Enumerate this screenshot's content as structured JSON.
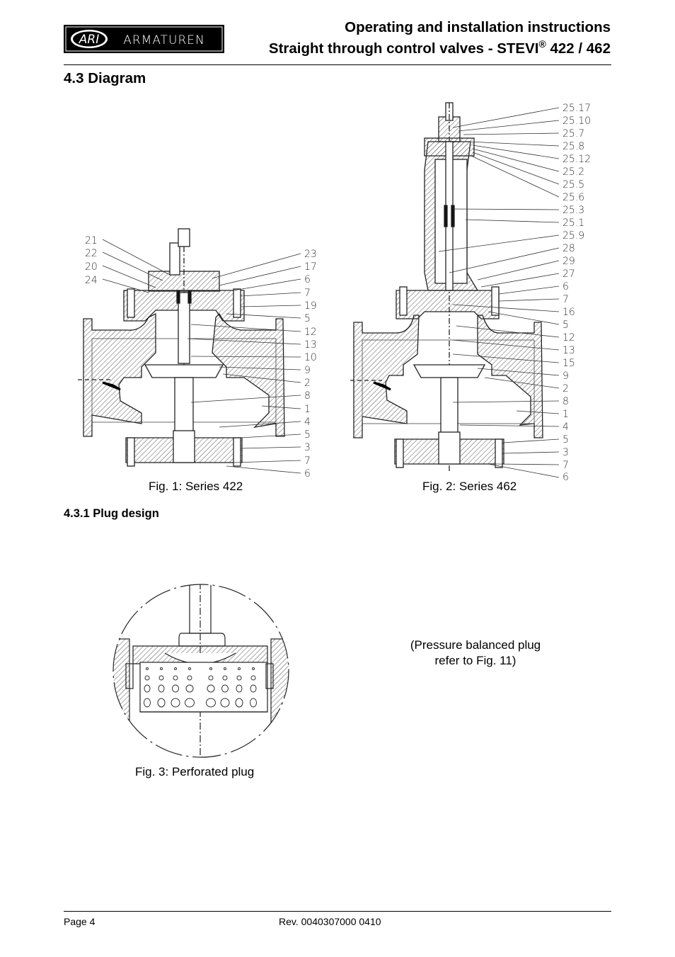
{
  "header": {
    "logo_text": "ARI ARMATUREN",
    "title_line1": "Operating and installation instructions",
    "title_line2_main": "Straight through control valves - STEVI",
    "title_line2_mark": "®",
    "title_line2_end": " 422 / 462"
  },
  "section": {
    "heading": "4.3  Diagram"
  },
  "figure1": {
    "caption": "Fig. 1: Series 422",
    "labels_left": [
      "21",
      "22",
      "20",
      "24"
    ],
    "labels_right": [
      "23",
      "17",
      "6",
      "7",
      "19",
      "5",
      "12",
      "13",
      "10",
      "9",
      "2",
      "8",
      "1",
      "4",
      "5",
      "3",
      "7",
      "6"
    ]
  },
  "figure2": {
    "caption": "Fig. 2: Series 462",
    "labels_right": [
      "25.17",
      "25.10",
      "25.7",
      "25.8",
      "25.12",
      "25.2",
      "25.5",
      "25.6",
      "25.3",
      "25.1",
      "25.9",
      "28",
      "29",
      "27",
      "6",
      "7",
      "16",
      "5",
      "12",
      "13",
      "15",
      "9",
      "2",
      "8",
      "1",
      "4",
      "5",
      "3",
      "7",
      "6"
    ]
  },
  "subsection": {
    "heading": "4.3.1  Plug design"
  },
  "figure3": {
    "caption": "Fig. 3: Perforated plug"
  },
  "note": {
    "line1": "(Pressure balanced plug",
    "line2": "refer to Fig. 11)"
  },
  "footer": {
    "page": "Page 4",
    "revision": "Rev. 0040307000 0410"
  }
}
